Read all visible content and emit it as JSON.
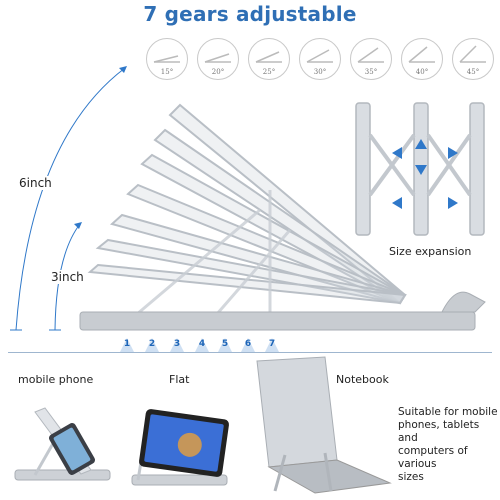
{
  "title": "7 gears adjustable",
  "angles": [
    "15°",
    "20°",
    "25°",
    "30°",
    "35°",
    "40°",
    "45°"
  ],
  "heights": {
    "tall": "6inch",
    "short": "3inch"
  },
  "gear_numbers": [
    "1",
    "2",
    "3",
    "4",
    "5",
    "6",
    "7"
  ],
  "expansion_label": "Size expansion",
  "modes": {
    "phone": "mobile phone",
    "flat": "Flat",
    "notebook": "Notebook"
  },
  "suitable_lines": [
    "Suitable for mobile",
    "phones, tablets and",
    "computers of various",
    "sizes"
  ],
  "colors": {
    "accent": "#2f6fb5",
    "arrow": "#2f78c9",
    "metal": "#c8ccd1"
  }
}
